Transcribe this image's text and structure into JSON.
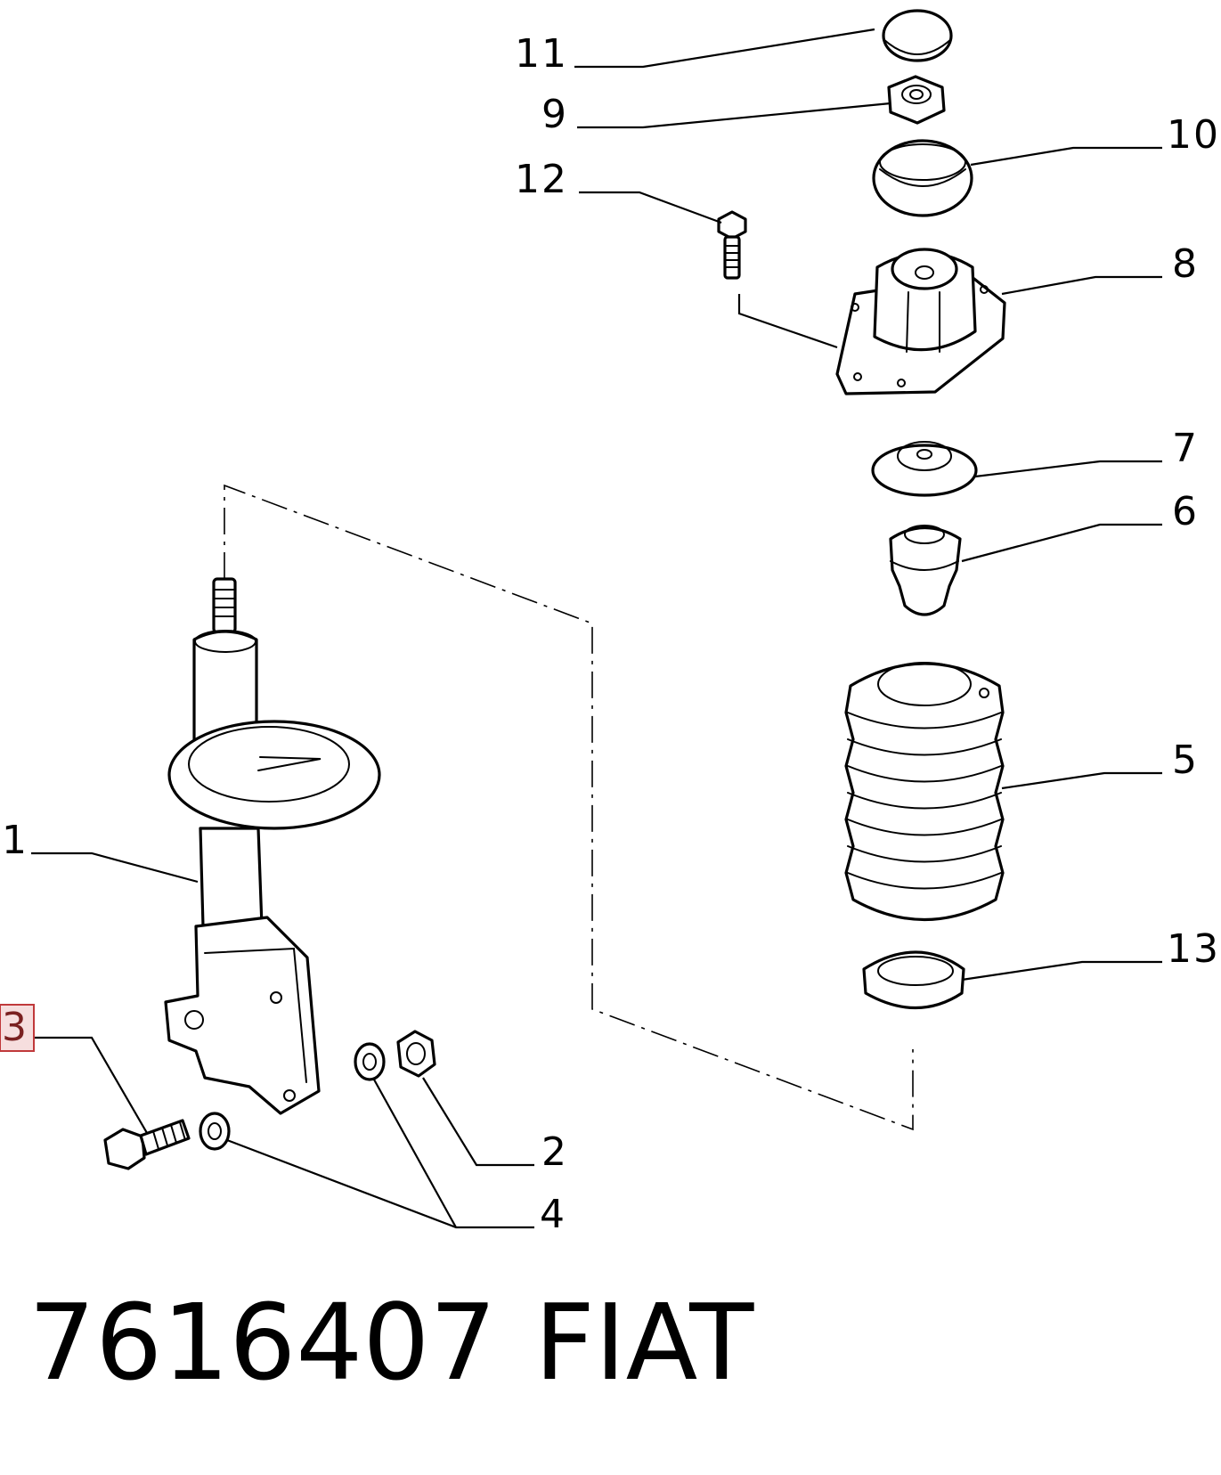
{
  "callouts": {
    "c1": "1",
    "c2": "2",
    "c3": "3",
    "c4": "4",
    "c5": "5",
    "c6": "6",
    "c7": "7",
    "c8": "8",
    "c9": "9",
    "c10": "10",
    "c11": "11",
    "c12": "12",
    "c13": "13"
  },
  "highlighted_callout": "3",
  "highlight_color": "#c0393b",
  "footer": {
    "part_number": "7616407",
    "brand": "FIAT"
  }
}
